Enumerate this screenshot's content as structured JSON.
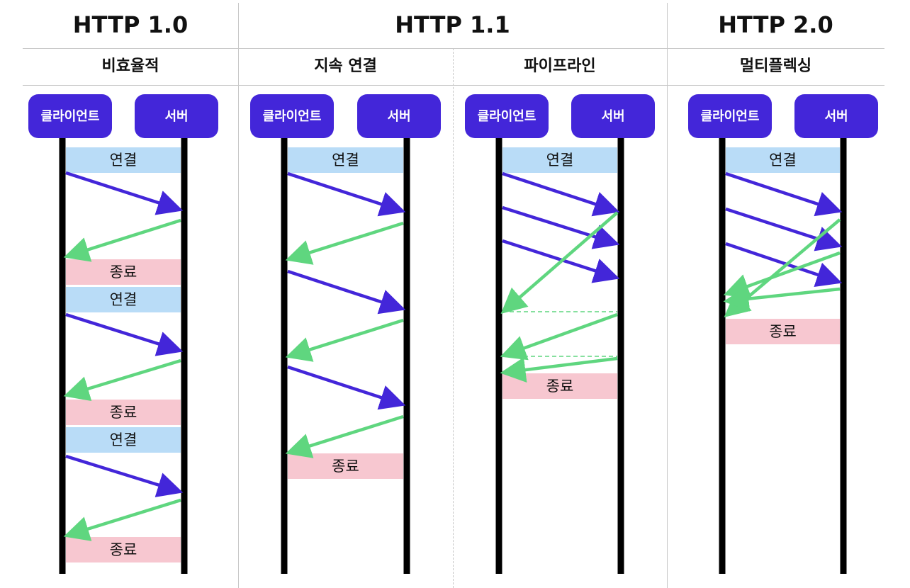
{
  "colors": {
    "actor": "#4326d9",
    "request_arrow": "#4326d9",
    "response_arrow": "#5fd67f",
    "connect_box": "#b9dcf7",
    "close_box": "#f7c7d0",
    "lifeline": "#000000"
  },
  "sections": [
    {
      "version": "HTTP 1.0",
      "columns": [
        {
          "mode": "비효율적",
          "client": "클라이언트",
          "server": "서버",
          "connect_label": "연결",
          "close_label": "종료"
        }
      ]
    },
    {
      "version": "HTTP 1.1",
      "columns": [
        {
          "mode": "지속 연결",
          "client": "클라이언트",
          "server": "서버",
          "connect_label": "연결",
          "close_label": "종료"
        },
        {
          "mode": "파이프라인",
          "client": "클라이언트",
          "server": "서버",
          "connect_label": "연결",
          "close_label": "종료"
        }
      ]
    },
    {
      "version": "HTTP 2.0",
      "columns": [
        {
          "mode": "멀티플렉싱",
          "client": "클라이언트",
          "server": "서버",
          "connect_label": "연결",
          "close_label": "종료"
        }
      ]
    }
  ]
}
